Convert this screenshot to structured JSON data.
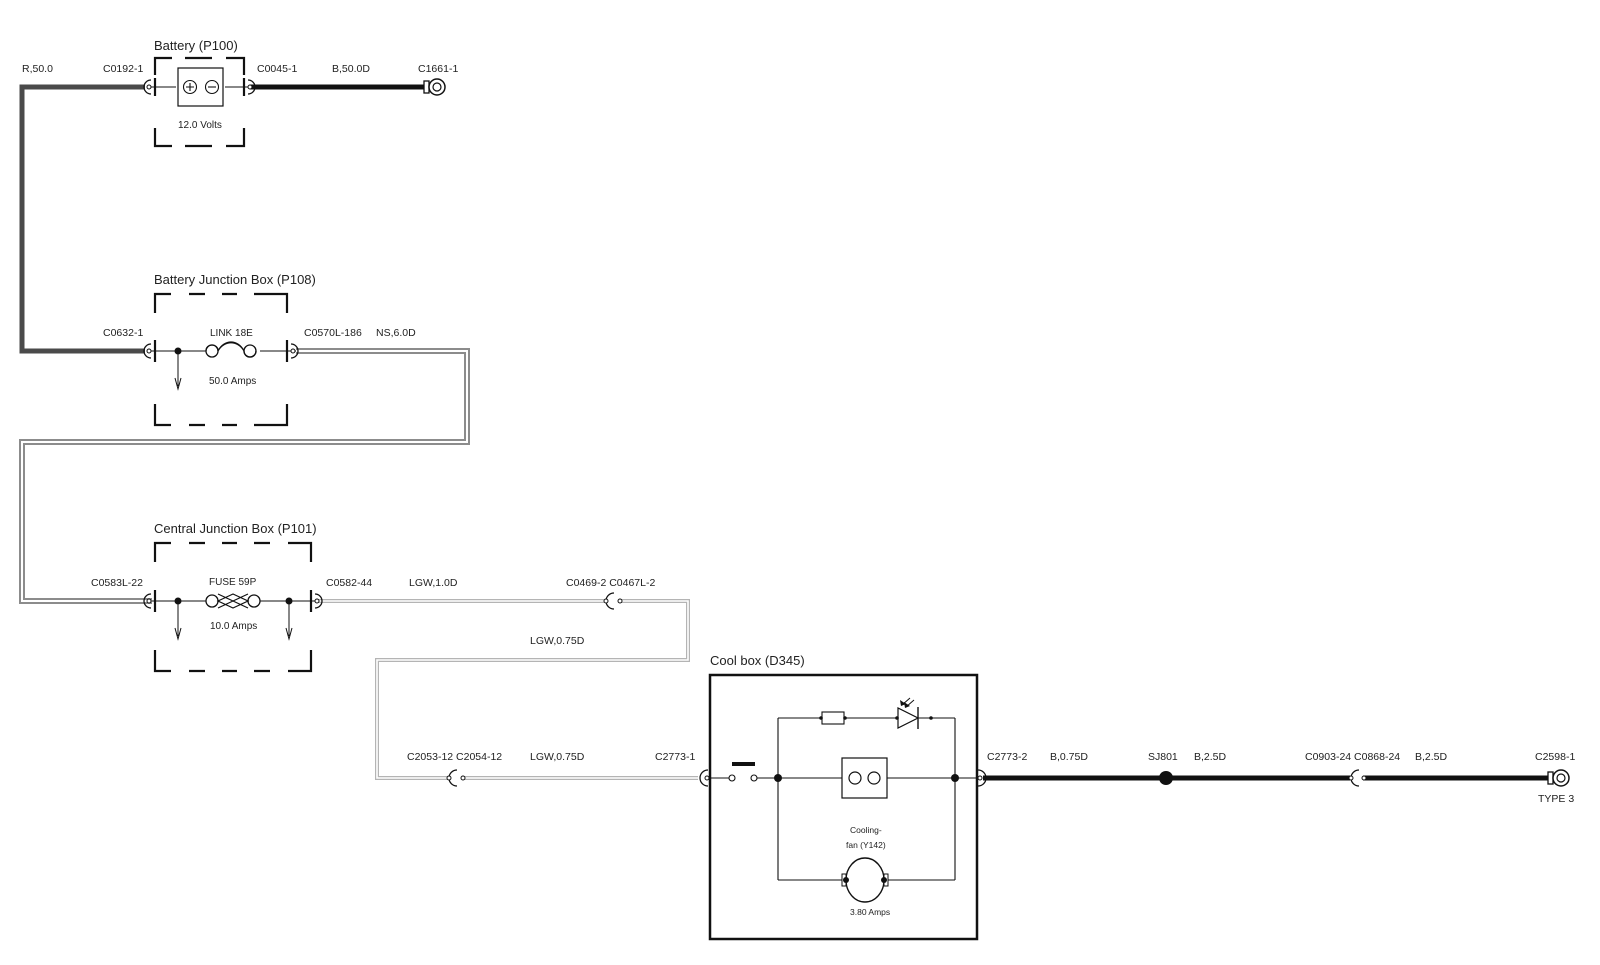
{
  "components": {
    "battery": {
      "title": "Battery (P100)",
      "rating": "12.0 Volts"
    },
    "battery_junction_box": {
      "title": "Battery Junction Box (P108)",
      "element": "LINK 18E",
      "rating": "50.0 Amps"
    },
    "central_junction_box": {
      "title": "Central Junction Box (P101)",
      "element": "FUSE 59P",
      "rating": "10.0 Amps"
    },
    "cool_box": {
      "title": "Cool box (D345)",
      "fan_name_line1": "Cooling-",
      "fan_name_line2": "fan (Y142)",
      "fan_rating": "3.80 Amps"
    }
  },
  "connectors": {
    "c0192_1": "C0192-1",
    "c0045_1": "C0045-1",
    "c1661_1": "C1661-1",
    "c0632_1": "C0632-1",
    "c0570l_186": "C0570L-186",
    "c0583l_22": "C0583L-22",
    "c0582_44": "C0582-44",
    "c0469_c0467": "C0469-2 C0467L-2",
    "c2053_c2054": "C2053-12 C2054-12",
    "c2773_1": "C2773-1",
    "c2773_2": "C2773-2",
    "sj801": "SJ801",
    "c0903_c0868": "C0903-24 C0868-24",
    "c2598_1": "C2598-1",
    "c2598_type": "TYPE 3"
  },
  "wires": {
    "r_50": "R,50.0",
    "b_50d": "B,50.0D",
    "ns_6d": "NS,6.0D",
    "lgw_1d": "LGW,1.0D",
    "lgw_075d_upper": "LGW,0.75D",
    "lgw_075d_lower": "LGW,0.75D",
    "b_075d": "B,0.75D",
    "b_25d_a": "B,2.5D",
    "b_25d_b": "B,2.5D"
  },
  "colors": {
    "red_wire": "#4a4a4a",
    "black_wire": "#111111",
    "ns_wire": "#8c8c8c",
    "lgw_wire": "#b4b4b4"
  }
}
